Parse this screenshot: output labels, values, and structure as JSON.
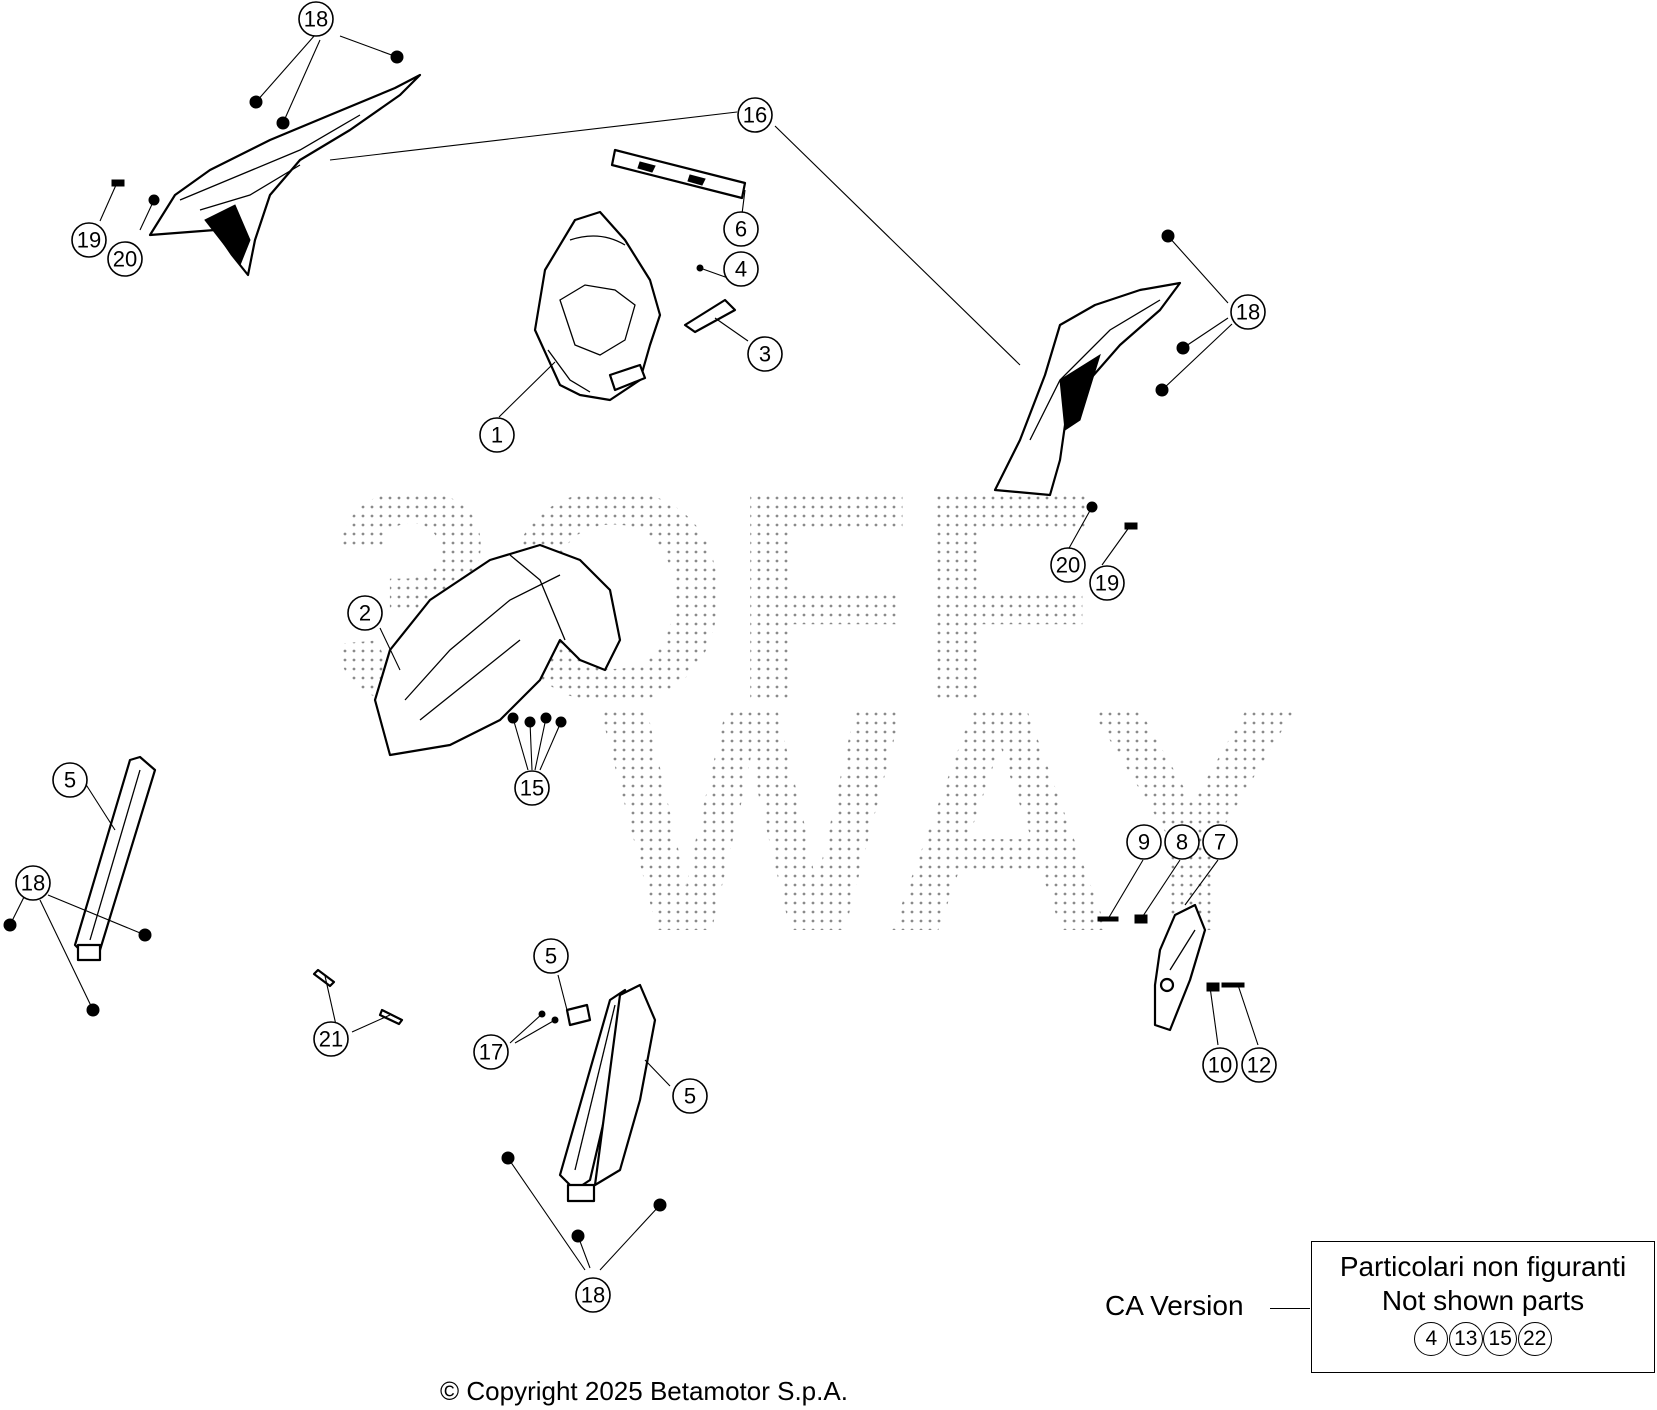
{
  "watermark": {
    "text": "3OFF",
    "text2": "WAY",
    "color": "#9a9a9a"
  },
  "callouts": [
    {
      "id": "c18a",
      "label": "18"
    },
    {
      "id": "c16",
      "label": "16"
    },
    {
      "id": "c19a",
      "label": "19"
    },
    {
      "id": "c20a",
      "label": "20"
    },
    {
      "id": "c6",
      "label": "6"
    },
    {
      "id": "c4",
      "label": "4"
    },
    {
      "id": "c3",
      "label": "3"
    },
    {
      "id": "c1",
      "label": "1"
    },
    {
      "id": "c18b",
      "label": "18"
    },
    {
      "id": "c20b",
      "label": "20"
    },
    {
      "id": "c19b",
      "label": "19"
    },
    {
      "id": "c2",
      "label": "2"
    },
    {
      "id": "c15",
      "label": "15"
    },
    {
      "id": "c5a",
      "label": "5"
    },
    {
      "id": "c18c",
      "label": "18"
    },
    {
      "id": "c9",
      "label": "9"
    },
    {
      "id": "c8",
      "label": "8"
    },
    {
      "id": "c7",
      "label": "7"
    },
    {
      "id": "c5b",
      "label": "5"
    },
    {
      "id": "c17",
      "label": "17"
    },
    {
      "id": "c5c",
      "label": "5"
    },
    {
      "id": "c21",
      "label": "21"
    },
    {
      "id": "c10",
      "label": "10"
    },
    {
      "id": "c12",
      "label": "12"
    },
    {
      "id": "c18d",
      "label": "18"
    }
  ],
  "footer": {
    "copyright": "© Copyright 2025 Betamotor S.p.A.",
    "ca_version": "CA Version",
    "not_shown_it": "Particolari non figuranti",
    "not_shown_en": "Not shown parts",
    "not_shown_refs": [
      "4",
      "13",
      "15",
      "22"
    ]
  }
}
